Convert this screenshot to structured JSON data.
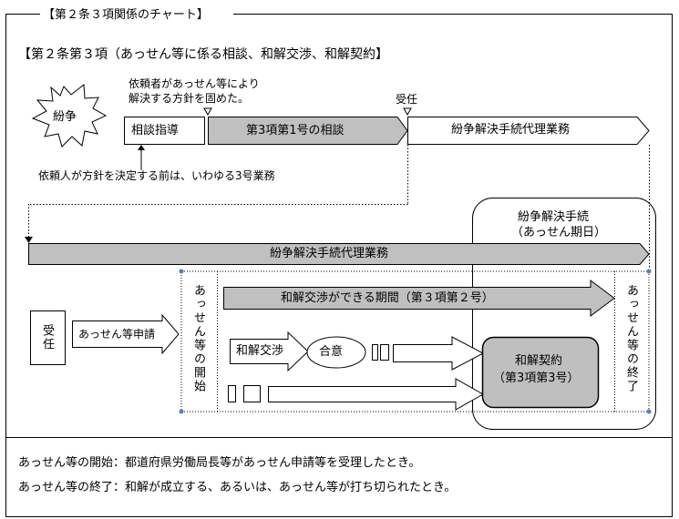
{
  "header_tab": "【第２条３項関係のチャート】",
  "section_title": "【第２条第３項（あっせん等に係る相談、和解交渉、和解契約】",
  "top": {
    "dispute_label": "紛争",
    "client_note_line1": "依頼者があっせん等により",
    "client_note_line2": "解決する方針を固めた。",
    "acceptance": "受任",
    "consultation_guidance": "相談指導",
    "item3_no1": "第3項第1号の相談",
    "dispute_agency_top": "紛争解決手続代理業務",
    "before_decision_note": "依頼人が方針を決定する前は、いわゆる3号業務"
  },
  "procedure": {
    "title_line1": "紛争解決手続",
    "title_line2": "（あっせん期日）",
    "agency_bar": "紛争解決手続代理業務",
    "acceptance_box": "受任",
    "application": "あっせん等申請",
    "start_col": "あっせん等の開始",
    "end_col": "あっせん等の終了",
    "negotiation_period": "和解交渉ができる期間（第３項第２号）",
    "negotiation": "和解交渉",
    "agreement": "合意",
    "contract_line1": "和解契約",
    "contract_line2": "（第3項第3号）"
  },
  "footnotes": {
    "start_def": "あっせん等の開始：都道府県労働局長等があっせん申請等を受理したとき。",
    "end_def": "あっせん等の終了：和解が成立する、あるいは、あっせん等が打ち切られたとき。"
  },
  "colors": {
    "gray_fill": "#c0c0c0",
    "dark_gray_fill": "#bfbfbf",
    "line": "#000000",
    "handle": "#4f81bd"
  }
}
